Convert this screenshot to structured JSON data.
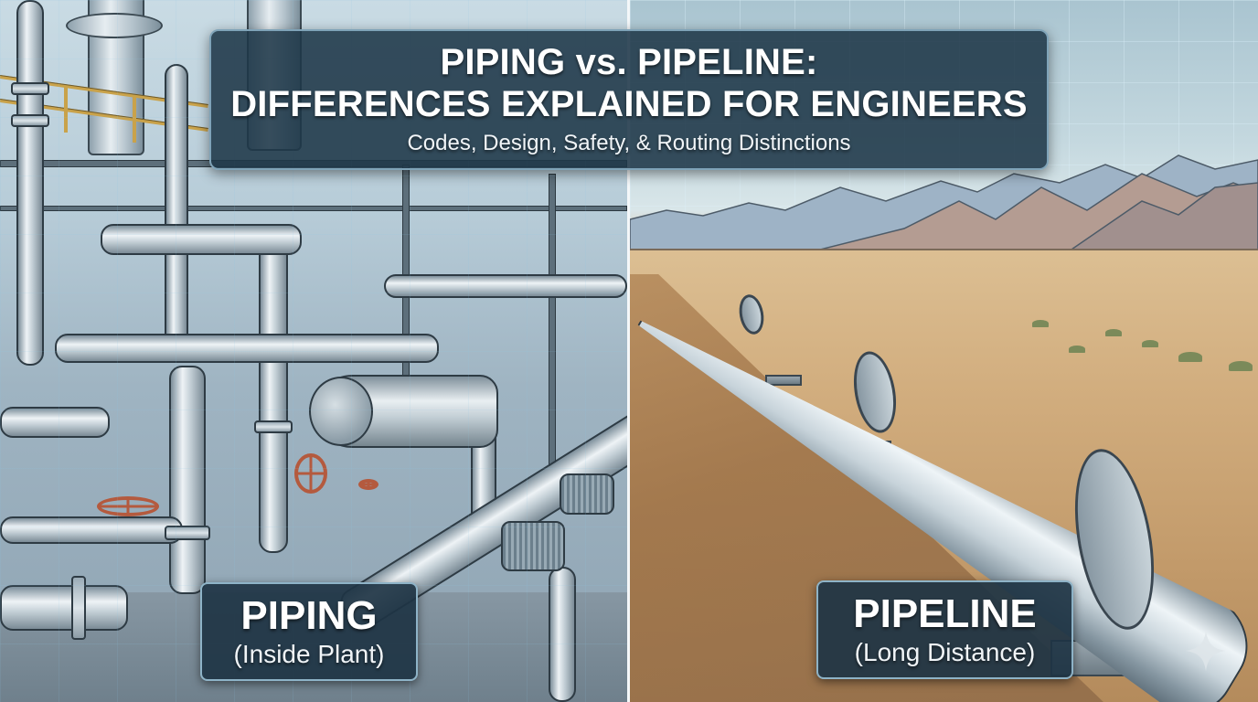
{
  "title": {
    "line1": "PIPING vs. PIPELINE:",
    "line2": "DIFFERENCES EXPLAINED FOR ENGINEERS",
    "subtitle": "Codes, Design, Safety, & Routing Distinctions"
  },
  "panels": {
    "left": {
      "scene": "industrial plant piping with valves, flanges, heat exchanger and pumps",
      "label_main": "PIPING",
      "label_sub": "(Inside Plant)"
    },
    "right": {
      "scene": "long-distance pipeline across desert with mountains",
      "label_main": "PIPELINE",
      "label_sub": "(Long Distance)"
    }
  },
  "icons": {
    "corner_mark": "sparkle-icon"
  },
  "colors": {
    "title_box_bg": "#1e3748",
    "title_box_border": "#7fa3b8",
    "text": "#ffffff",
    "valve_wheel": "#b45a3e",
    "railing": "#c9a24a",
    "desert": "#d2ae7f",
    "sky": "#c4d8df"
  }
}
